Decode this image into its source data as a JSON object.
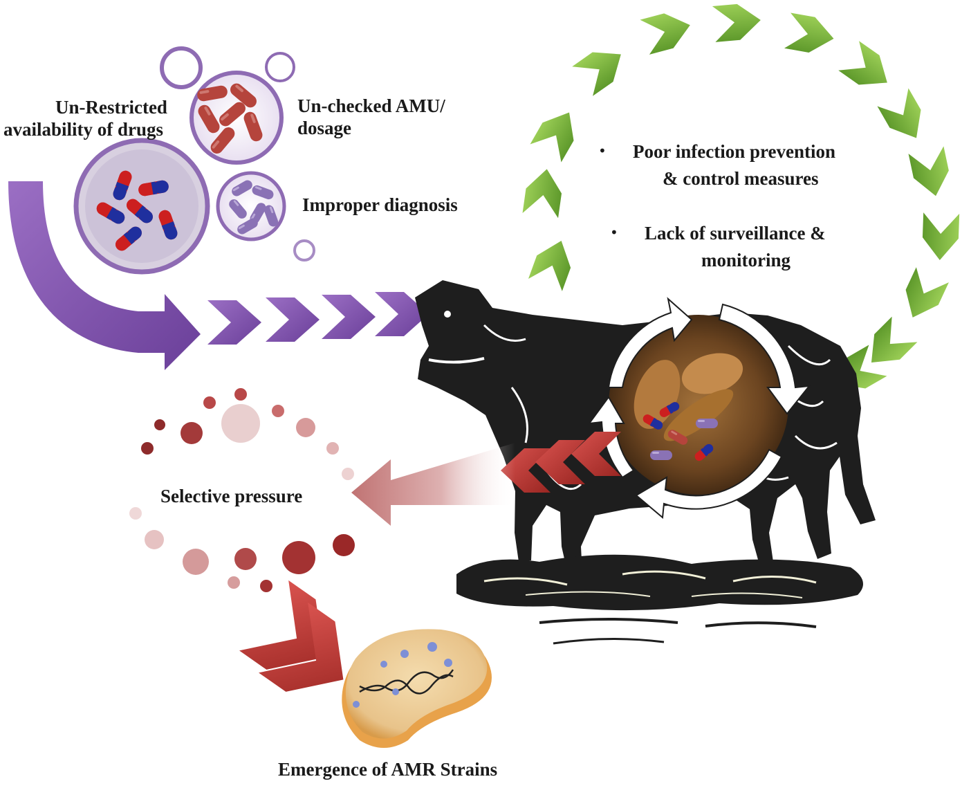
{
  "labels": {
    "unrestricted_line1": "Un-Restricted",
    "unrestricted_line2": "availability of drugs",
    "unchecked_line1": "Un-checked AMU/",
    "unchecked_line2": "dosage",
    "improper_diagnosis": "Improper diagnosis",
    "poor_infection_line1": "Poor infection prevention",
    "poor_infection_line2": "& control measures",
    "lack_surveillance_line1": "Lack of surveillance &",
    "lack_surveillance_line2": "monitoring",
    "selective_pressure": "Selective pressure",
    "emergence": "Emergence of AMR Strains",
    "bullet_glyph": "•"
  },
  "colors": {
    "purple_arrow": "#7b4fa6",
    "purple_ring": "#8e6bb3",
    "green_chevron": "#7cb342",
    "red_chevron": "#b5332e",
    "dot_dark": "#8e2b2b",
    "dot_light": "#e6c6c6",
    "cow": "#1e1e1e"
  }
}
